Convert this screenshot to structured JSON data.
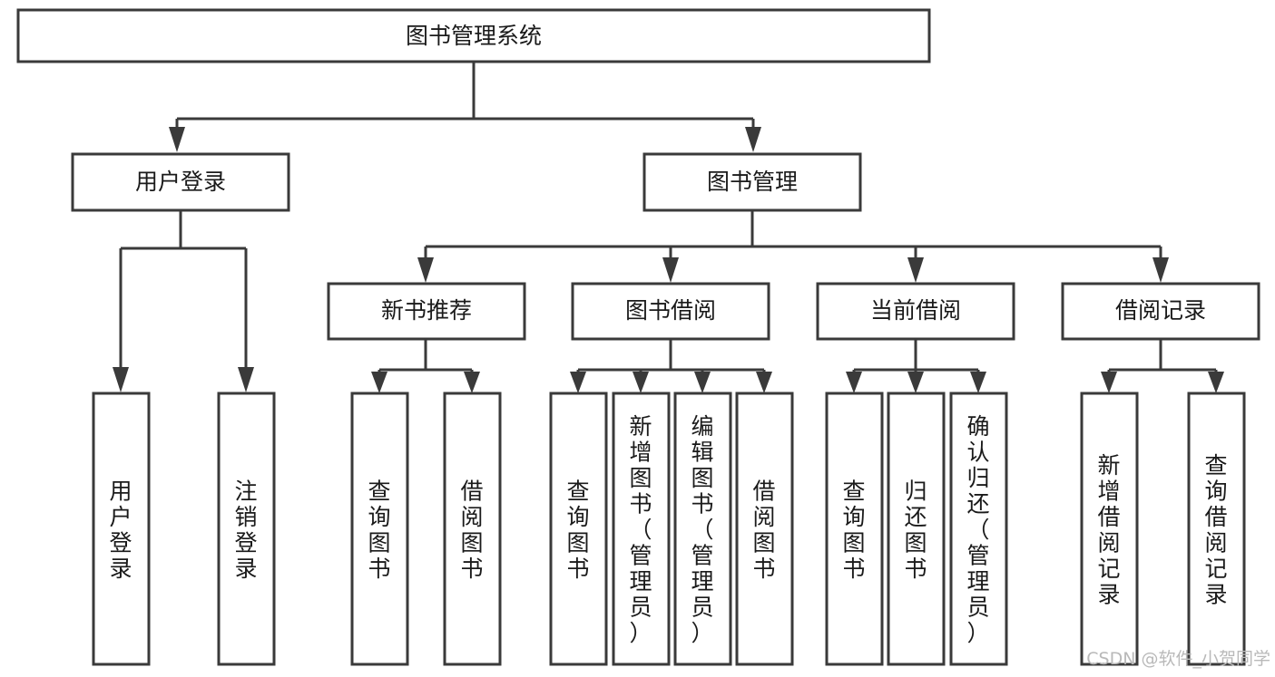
{
  "diagram": {
    "type": "hierarchy-tree",
    "title": "图书管理系统",
    "orientation": "top-down",
    "levels": 4,
    "root": {
      "id": "root",
      "label": "图书管理系统",
      "text_orientation": "horizontal"
    },
    "level2": [
      {
        "id": "user-login",
        "label": "用户登录",
        "text_orientation": "horizontal"
      },
      {
        "id": "book-manage",
        "label": "图书管理",
        "text_orientation": "horizontal"
      }
    ],
    "level3": [
      {
        "id": "new-book-rec",
        "label": "新书推荐",
        "parent": "book-manage",
        "text_orientation": "horizontal"
      },
      {
        "id": "book-borrow",
        "label": "图书借阅",
        "parent": "book-manage",
        "text_orientation": "horizontal"
      },
      {
        "id": "current-borrow",
        "label": "当前借阅",
        "parent": "book-manage",
        "text_orientation": "horizontal"
      },
      {
        "id": "borrow-record",
        "label": "借阅记录",
        "parent": "book-manage",
        "text_orientation": "horizontal"
      }
    ],
    "leaves": [
      {
        "id": "leaf-user-login",
        "label": "用户登录",
        "parent": "user-login",
        "text_orientation": "vertical"
      },
      {
        "id": "leaf-logout-login",
        "label": "注销登录",
        "parent": "user-login",
        "text_orientation": "vertical"
      },
      {
        "id": "leaf-query-book-1",
        "label": "查询图书",
        "parent": "new-book-rec",
        "text_orientation": "vertical"
      },
      {
        "id": "leaf-borrow-book-1",
        "label": "借阅图书",
        "parent": "new-book-rec",
        "text_orientation": "vertical"
      },
      {
        "id": "leaf-query-book-2",
        "label": "查询图书",
        "parent": "book-borrow",
        "text_orientation": "vertical"
      },
      {
        "id": "leaf-add-book",
        "label": "新增图书（管理员）",
        "parent": "book-borrow",
        "text_orientation": "vertical"
      },
      {
        "id": "leaf-edit-book",
        "label": "编辑图书（管理员）",
        "parent": "book-borrow",
        "text_orientation": "vertical"
      },
      {
        "id": "leaf-borrow-book-2",
        "label": "借阅图书",
        "parent": "book-borrow",
        "text_orientation": "vertical"
      },
      {
        "id": "leaf-query-book-3",
        "label": "查询图书",
        "parent": "current-borrow",
        "text_orientation": "vertical"
      },
      {
        "id": "leaf-return-book",
        "label": "归还图书",
        "parent": "current-borrow",
        "text_orientation": "vertical"
      },
      {
        "id": "leaf-confirm-return",
        "label": "确认归还（管理员）",
        "parent": "current-borrow",
        "text_orientation": "vertical"
      },
      {
        "id": "leaf-add-record",
        "label": "新增借阅记录",
        "parent": "borrow-record",
        "text_orientation": "vertical"
      },
      {
        "id": "leaf-query-record",
        "label": "查询借阅记录",
        "parent": "borrow-record",
        "text_orientation": "vertical"
      }
    ],
    "colors": {
      "box_fill": "#ffffff",
      "box_stroke": "#3a3a3a",
      "text": "#1a1a1a",
      "connector": "#3a3a3a",
      "background": "#ffffff",
      "watermark": "#b9b9b9"
    }
  },
  "watermark": {
    "text": "CSDN @软件_小贺同学"
  }
}
